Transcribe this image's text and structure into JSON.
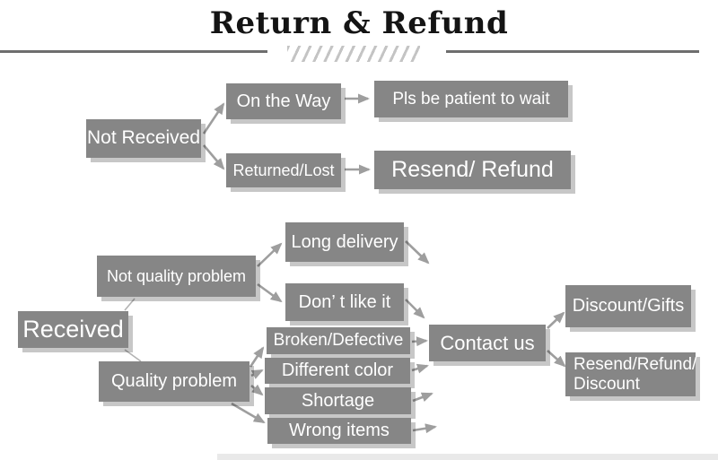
{
  "title": "Return & Refund",
  "colors": {
    "box": "#868686",
    "box_text": "#ffffff",
    "arrow": "#9e9e9e",
    "rule": "#6e6e6e",
    "hatch": "#c4c4c4",
    "title_text": "#141414",
    "background": "#ffffff"
  },
  "nodes": {
    "not_received": {
      "label": "Not Received"
    },
    "on_the_way": {
      "label": "On the Way"
    },
    "pls_wait": {
      "label": "Pls be patient to wait"
    },
    "returned_lost": {
      "label": "Returned/Lost"
    },
    "resend_refund": {
      "label": "Resend/ Refund"
    },
    "not_quality": {
      "label": "Not quality problem"
    },
    "received": {
      "label": "Received"
    },
    "quality": {
      "label": "Quality problem"
    },
    "long_delivery": {
      "label": "Long delivery"
    },
    "dont_like": {
      "label": "Don’ t like it"
    },
    "broken": {
      "label": "Broken/Defective"
    },
    "diff_color": {
      "label": "Different color"
    },
    "shortage": {
      "label": "Shortage"
    },
    "wrong_items": {
      "label": "Wrong items"
    },
    "contact_us": {
      "label": "Contact us"
    },
    "discount_gifts": {
      "label": "Discount/Gifts"
    },
    "rrd": {
      "label": "Resend/Refund/\nDiscount"
    }
  },
  "flow": [
    {
      "from": "Not Received",
      "to": "On the Way"
    },
    {
      "from": "Not Received",
      "to": "Returned/Lost"
    },
    {
      "from": "On the Way",
      "to": "Pls be patient to wait"
    },
    {
      "from": "Returned/Lost",
      "to": "Resend/ Refund"
    },
    {
      "from": "Received",
      "to": "Not quality problem"
    },
    {
      "from": "Received",
      "to": "Quality problem"
    },
    {
      "from": "Not quality problem",
      "to": "Long delivery"
    },
    {
      "from": "Not quality problem",
      "to": "Don’ t like it"
    },
    {
      "from": "Long delivery",
      "to": "Contact us"
    },
    {
      "from": "Don’ t like it",
      "to": "Contact us"
    },
    {
      "from": "Quality problem",
      "to": "Broken/Defective"
    },
    {
      "from": "Quality problem",
      "to": "Different color"
    },
    {
      "from": "Quality problem",
      "to": "Shortage"
    },
    {
      "from": "Quality problem",
      "to": "Wrong items"
    },
    {
      "from": "Broken/Defective",
      "to": "Contact us"
    },
    {
      "from": "Different color",
      "to": "Contact us"
    },
    {
      "from": "Shortage",
      "to": "Contact us"
    },
    {
      "from": "Wrong items",
      "to": "Contact us"
    },
    {
      "from": "Contact us",
      "to": "Discount/Gifts"
    },
    {
      "from": "Contact us",
      "to": "Resend/Refund/Discount"
    }
  ]
}
